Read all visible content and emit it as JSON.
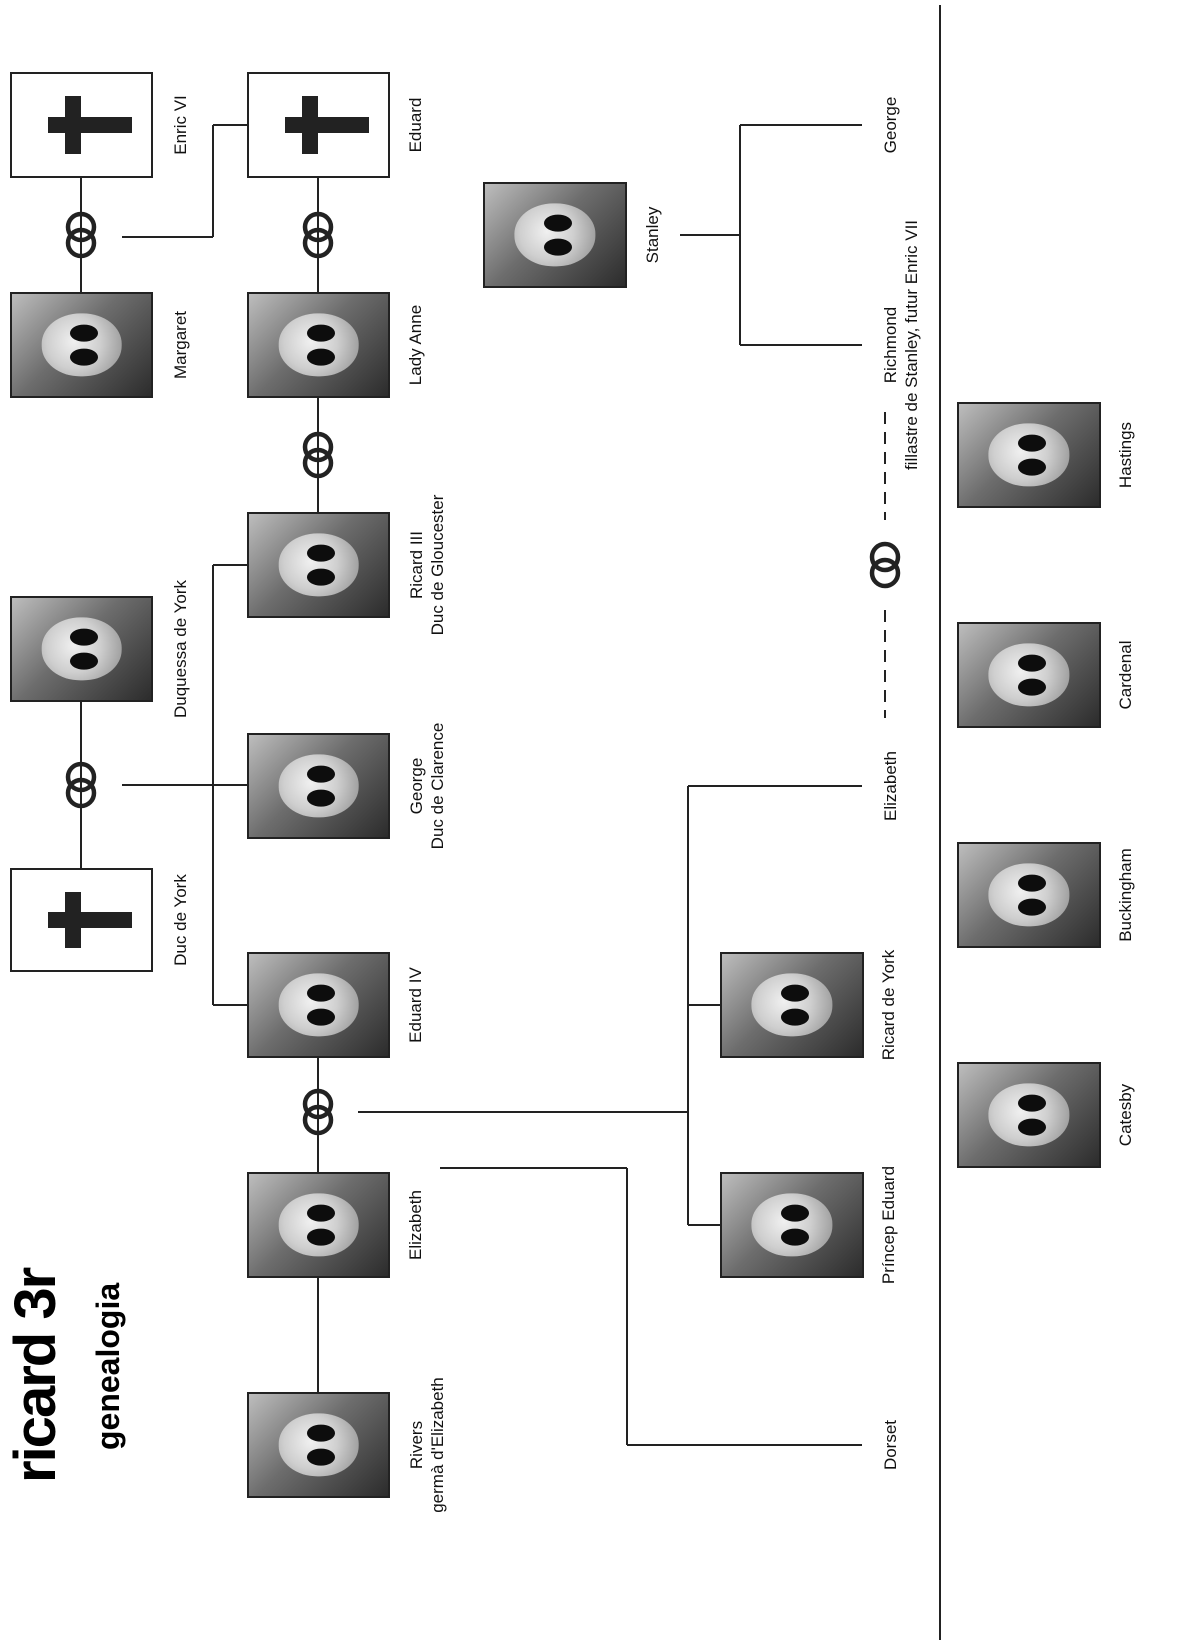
{
  "title": {
    "main": "ricard 3r",
    "sub": "genealogia"
  },
  "people": {
    "enric_vi": {
      "label": [
        "Enric VI"
      ],
      "deceased": true
    },
    "margaret": {
      "label": [
        "Margaret"
      ],
      "deceased": false
    },
    "duc_de_york": {
      "label": [
        "Duc de York"
      ],
      "deceased": true
    },
    "duquessa_de_york": {
      "label": [
        "Duquessa de York"
      ],
      "deceased": false
    },
    "eduard": {
      "label": [
        "Eduard"
      ],
      "deceased": true
    },
    "lady_anne": {
      "label": [
        "Lady Anne"
      ],
      "deceased": false
    },
    "ricard_iii": {
      "label": [
        "Ricard III",
        "Duc de Gloucester"
      ],
      "deceased": false
    },
    "george_clarence": {
      "label": [
        "George",
        "Duc de Clarence"
      ],
      "deceased": false
    },
    "eduard_iv": {
      "label": [
        "Eduard IV"
      ],
      "deceased": false
    },
    "elizabeth_queen": {
      "label": [
        "Elizabeth"
      ],
      "deceased": false
    },
    "rivers": {
      "label": [
        "Rivers",
        "germà d'Elizabeth"
      ],
      "deceased": false
    },
    "stanley": {
      "label": [
        "Stanley"
      ],
      "deceased": false
    },
    "george_stanley": {
      "label": [
        "George"
      ],
      "deceased": false
    },
    "richmond": {
      "label": [
        "Richmond",
        "fillastre de Stanley, futur Enric VII"
      ],
      "deceased": false
    },
    "elizabeth_princess": {
      "label": [
        "Elizabeth"
      ],
      "deceased": false
    },
    "ricard_de_york": {
      "label": [
        "Ricard de York"
      ],
      "deceased": false
    },
    "princep_eduard": {
      "label": [
        "Príncep Eduard"
      ],
      "deceased": false
    },
    "dorset": {
      "label": [
        "Dorset"
      ],
      "deceased": false
    },
    "hastings": {
      "label": [
        "Hastings"
      ],
      "deceased": false
    },
    "cardenal": {
      "label": [
        "Cardenal"
      ],
      "deceased": false
    },
    "buckingham": {
      "label": [
        "Buckingham"
      ],
      "deceased": false
    },
    "catesby": {
      "label": [
        "Catesby"
      ],
      "deceased": false
    }
  },
  "symbols": {
    "marriage": "marriage-rings-icon",
    "deceased": "cross-icon"
  },
  "colors": {
    "line": "#222222",
    "text": "#111111"
  }
}
